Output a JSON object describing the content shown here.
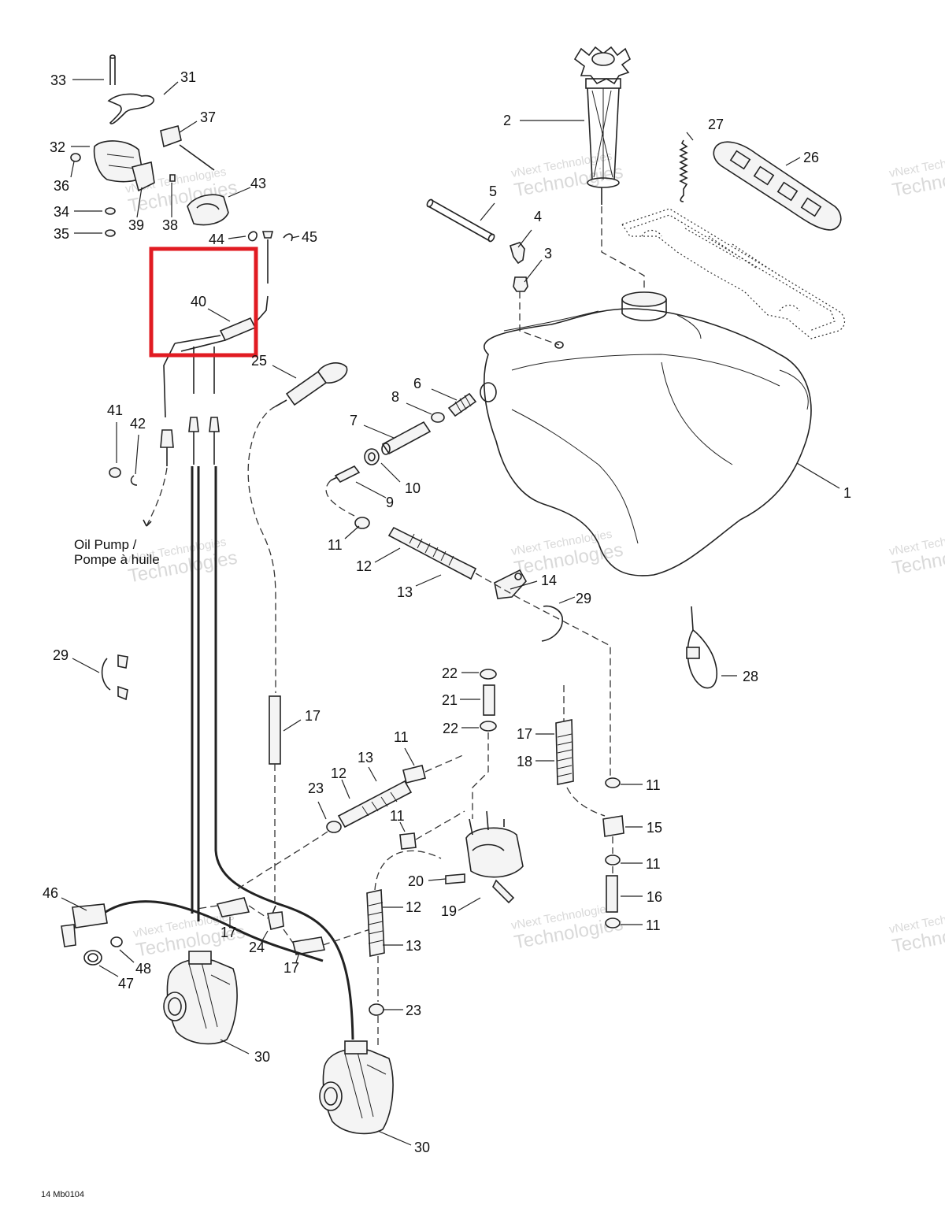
{
  "diagram": {
    "part_labels": [
      "1",
      "2",
      "3",
      "4",
      "5",
      "6",
      "7",
      "8",
      "9",
      "10",
      "11",
      "11",
      "11",
      "11",
      "11",
      "11",
      "12",
      "12",
      "12",
      "13",
      "13",
      "13",
      "14",
      "15",
      "16",
      "17",
      "17",
      "17",
      "17",
      "18",
      "19",
      "20",
      "21",
      "22",
      "22",
      "23",
      "23",
      "24",
      "25",
      "26",
      "27",
      "28",
      "29",
      "29",
      "30",
      "30",
      "31",
      "32",
      "33",
      "34",
      "35",
      "36",
      "37",
      "38",
      "39",
      "40",
      "41",
      "42",
      "43",
      "44",
      "45",
      "46",
      "47",
      "48"
    ],
    "note_line1": "Oil Pump /",
    "note_line2": "Pompe à huile",
    "drawing_code": "14 Mb0104",
    "watermark_line1": "vNext Technologies",
    "watermark_line2": "Technologies",
    "highlight_color": "#e11b22",
    "highlighted_part": "40"
  }
}
